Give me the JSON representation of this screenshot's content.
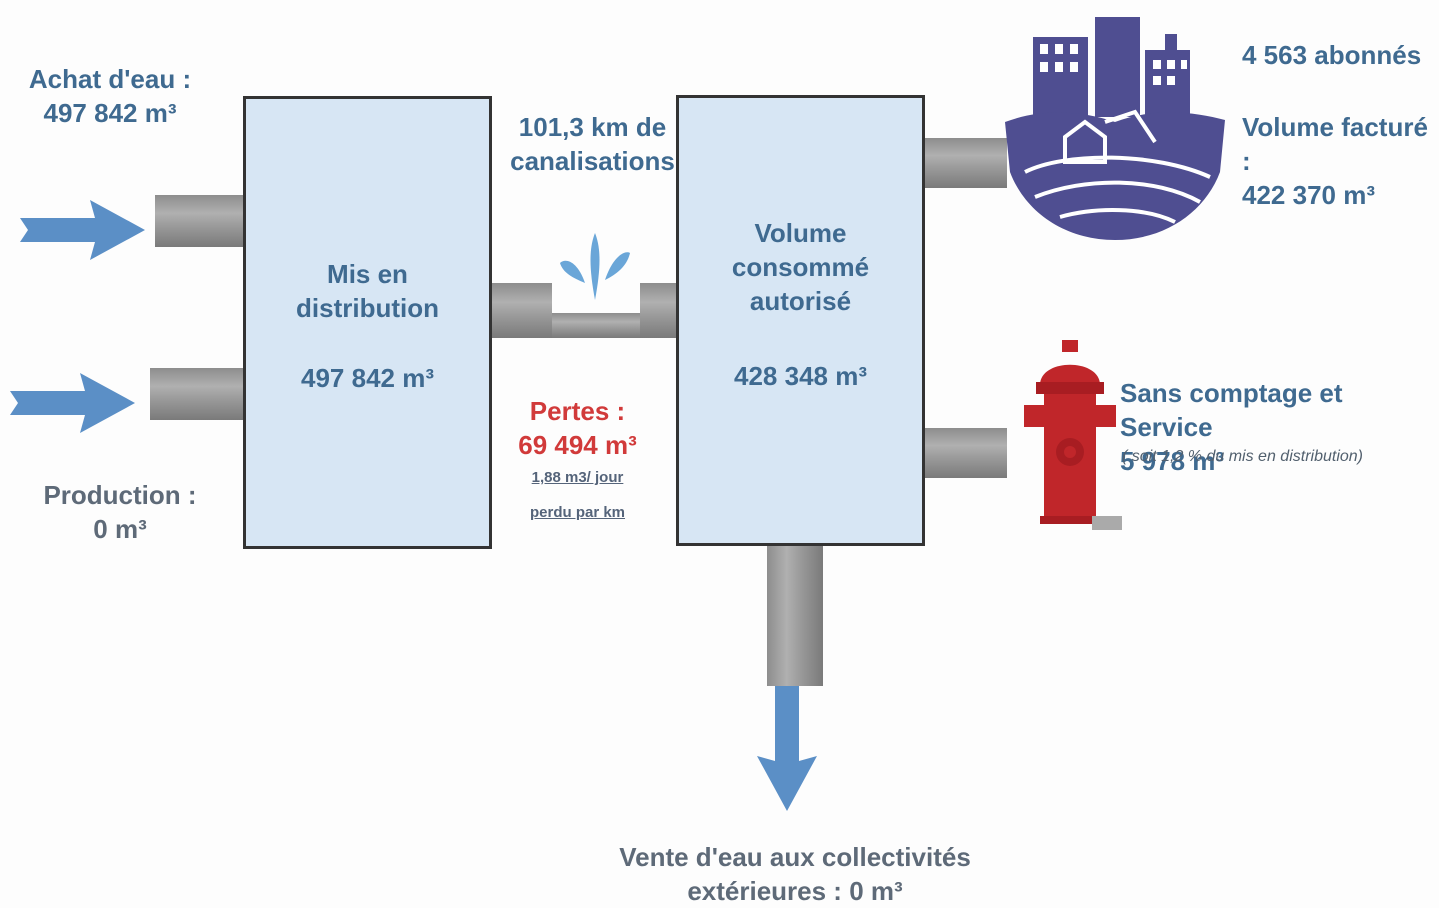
{
  "inputs": {
    "purchase_label": "Achat d'eau :",
    "purchase_value": "497 842 m³",
    "production_label": "Production :",
    "production_value": "0 m³"
  },
  "distribution_box": {
    "line1": "Mis en",
    "line2": "distribution",
    "value": "497 842 m³"
  },
  "network": {
    "length_line1": "101,3 km de",
    "length_line2": "canalisations",
    "losses_label": "Pertes :",
    "losses_value": "69 494 m³",
    "loss_rate_line1": "1,88 m3/ jour",
    "loss_rate_line2": "perdu par km"
  },
  "consumed_box": {
    "line1": "Volume",
    "line2": "consommé",
    "line3": "autorisé",
    "value": "428 348 m³"
  },
  "subscribers": {
    "count": "4 563 abonnés",
    "billed_label": "Volume facturé :",
    "billed_value": "422 370 m³"
  },
  "unmetered": {
    "label": "Sans comptage et Service",
    "value": "5 978 m³",
    "note": "( soit 1,2 % du mis en distribution)"
  },
  "export": {
    "line1": "Vente d'eau aux collectivités",
    "line2": "extérieures : 0 m³"
  },
  "colors": {
    "box_fill": "#d7e6f4",
    "arrow_blue": "#5b8fc6",
    "title_blue": "#3f6a90",
    "loss_red": "#d13a3a",
    "city_purple": "#4f4e91",
    "hydrant_red": "#c0262a"
  },
  "icons": [
    "arrow-right-icon",
    "arrow-down-icon",
    "water-splash-icon",
    "city-icon",
    "fire-hydrant-icon"
  ]
}
